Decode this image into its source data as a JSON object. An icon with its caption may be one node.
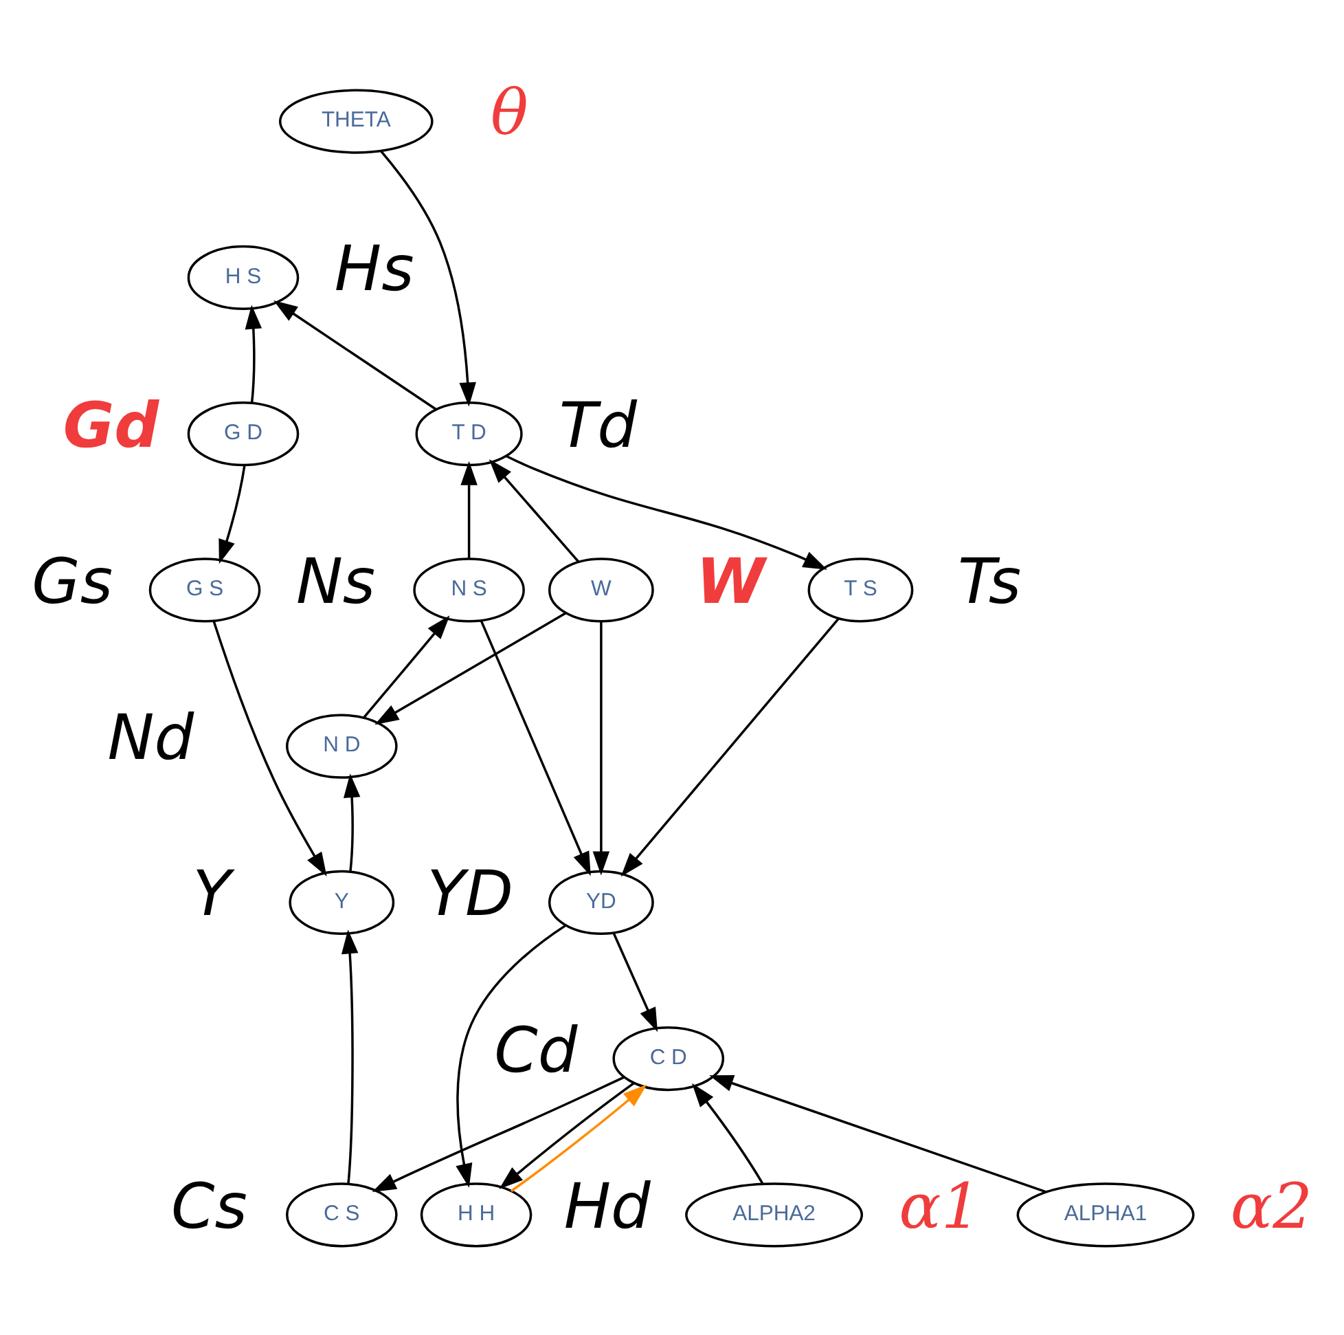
{
  "diagram": {
    "nodes": [
      {
        "text": [
          "THETA"
        ],
        "beside": [
          "θ"
        ]
      },
      {
        "text": [
          "H S"
        ],
        "beside": [
          "Hs"
        ]
      },
      {
        "text": [
          "G D"
        ],
        "beside": [
          "Gd"
        ]
      },
      {
        "text": [
          "T D"
        ],
        "beside": [
          "Td"
        ]
      },
      {
        "text": [
          "N S"
        ],
        "beside": [
          "Ns"
        ]
      },
      {
        "text": [
          "G S"
        ],
        "beside": [
          "Gs"
        ]
      },
      {
        "text": [
          "W"
        ],
        "beside": [
          "W"
        ]
      },
      {
        "text": [
          "T S"
        ],
        "beside": [
          "Ts"
        ]
      },
      {
        "text": [
          "N D"
        ],
        "beside": [
          "Nd"
        ]
      },
      {
        "text": [
          "Y"
        ],
        "beside": [
          "Y"
        ]
      },
      {
        "text": [
          "YD"
        ],
        "beside": [
          "YD"
        ]
      },
      {
        "text": [
          "C S"
        ],
        "beside": [
          "Cs"
        ]
      },
      {
        "text": [
          "C D"
        ],
        "beside": [
          "Cd"
        ]
      },
      {
        "text": [
          "H H"
        ],
        "beside": [
          "Hd"
        ]
      },
      {
        "text": [
          "ALPHA2"
        ],
        "beside": [
          "α1"
        ]
      },
      {
        "text": [
          "ALPHA1"
        ],
        "beside": [
          "α2"
        ]
      }
    ],
    "edges": [
      {
        "from": 0,
        "to": 3,
        "arrow": "to"
      },
      {
        "from": 3,
        "to": 1,
        "arrow": "to"
      },
      {
        "from": 2,
        "to": 1,
        "arrow": "to"
      },
      {
        "from": 2,
        "to": 5,
        "arrow": "to"
      },
      {
        "from": 5,
        "to": 9,
        "arrow": "to"
      },
      {
        "from": 9,
        "to": 8,
        "arrow": "to"
      },
      {
        "from": 8,
        "to": 4,
        "arrow": "to"
      },
      {
        "from": 4,
        "to": 3,
        "arrow": "to"
      },
      {
        "from": 6,
        "to": 3,
        "arrow": "to"
      },
      {
        "from": 6,
        "to": 8,
        "arrow": "to"
      },
      {
        "from": 4,
        "to": 10,
        "arrow": "to"
      },
      {
        "from": 6,
        "to": 10,
        "arrow": "to"
      },
      {
        "from": 3,
        "to": 7,
        "arrow": "to"
      },
      {
        "from": 7,
        "to": 10,
        "arrow": "to"
      },
      {
        "from": 10,
        "to": 12,
        "arrow": "to"
      },
      {
        "from": 10,
        "to": 13,
        "arrow": "to"
      },
      {
        "from": 12,
        "to": 11,
        "arrow": "to"
      },
      {
        "from": 11,
        "to": 9,
        "arrow": "to"
      },
      {
        "from": 12,
        "to": 13,
        "arrow": "to"
      },
      {
        "from": 13,
        "to": 12,
        "arrow": "to",
        "color": "#ff8c00"
      },
      {
        "from": 14,
        "to": 12,
        "arrow": "to"
      },
      {
        "from": 15,
        "to": 12,
        "arrow": "to"
      }
    ]
  }
}
